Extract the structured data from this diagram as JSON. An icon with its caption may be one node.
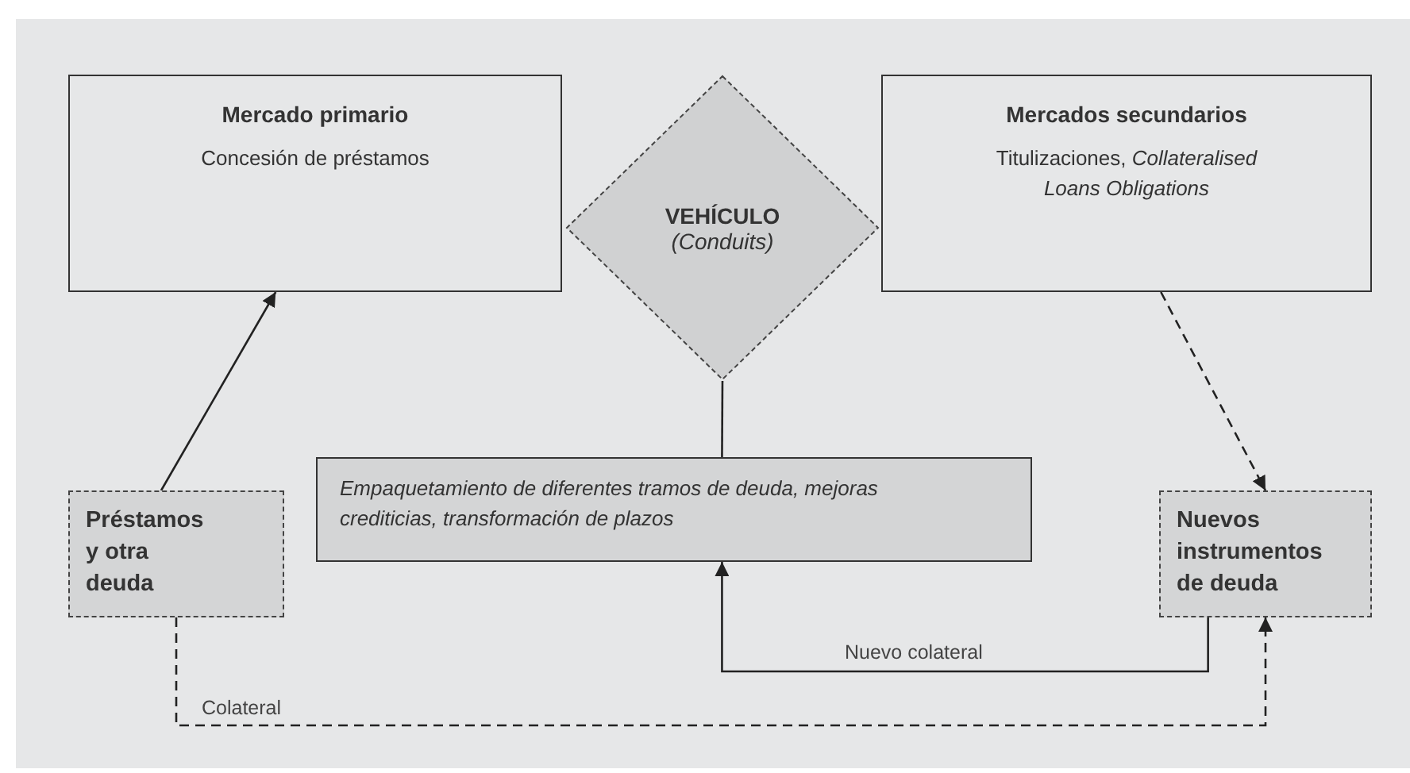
{
  "diagram": {
    "nodes": [
      {
        "text": [
          "Mercado primario",
          "Concesión de préstamos"
        ]
      },
      {
        "text": [
          "VEHÍCULO",
          "(Conduits)"
        ]
      },
      {
        "text": [
          "Mercados secundarios",
          "Titulizaciones, *Collateralised Loans Obligations*"
        ]
      },
      {
        "text": [
          "Préstamos y otra deuda"
        ]
      },
      {
        "text": [
          "Empaquetamiento de diferentes tramos de deuda, mejoras crediticias, transformación de plazos"
        ]
      },
      {
        "text": [
          "Nuevos instrumentos de deuda"
        ]
      }
    ],
    "edges": [
      {
        "from": 3,
        "to": 0,
        "arrow": "to"
      },
      {
        "from": 1,
        "to": 4,
        "arrow": "none"
      },
      {
        "from": 2,
        "to": 5,
        "arrow": "to",
        "style": "dashed"
      },
      {
        "from": 5,
        "to": 4,
        "arrow": "to",
        "label": "Nuevo colateral"
      },
      {
        "from": 3,
        "to": 5,
        "arrow": "to",
        "label": "Colateral",
        "style": "dashed"
      }
    ]
  }
}
